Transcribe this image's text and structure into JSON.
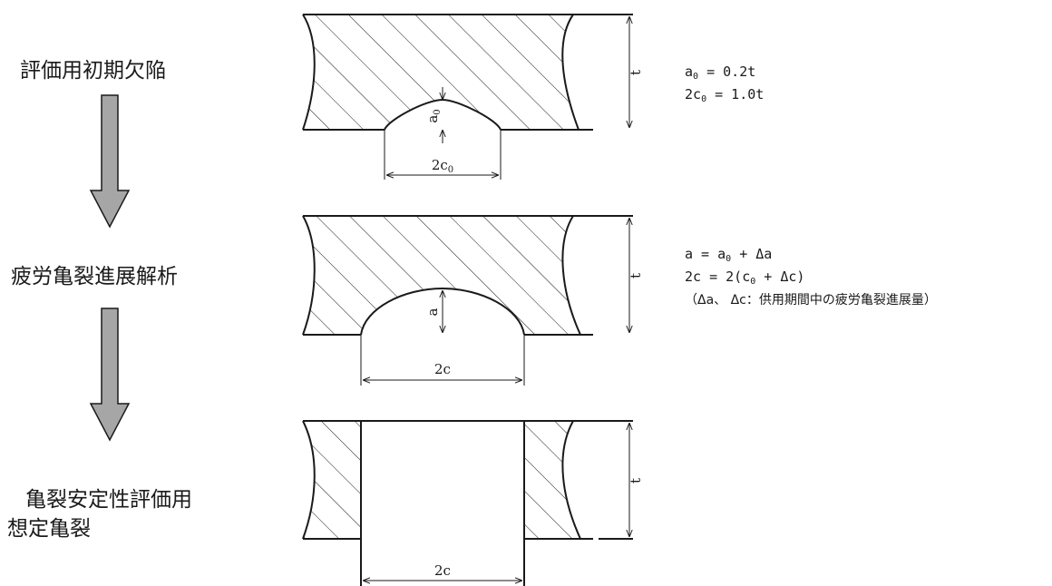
{
  "steps": [
    {
      "label": "評価用初期欠陥"
    },
    {
      "label": "疲労亀裂進展解析"
    },
    {
      "label_line1": "亀裂安定性評価用",
      "label_line2": "想定亀裂"
    }
  ],
  "dims": {
    "t": "t",
    "a": "a",
    "c2": "2c",
    "a0_main": "a",
    "a0_sub": "0",
    "c20_main": "2c",
    "c20_sub": "0"
  },
  "equations": {
    "init_line1": {
      "a": "a",
      "b": "0",
      "c": " = 0.2t"
    },
    "init_line2": {
      "a": "2c",
      "b": "0",
      "c": " = 1.0t"
    },
    "fat_line1": {
      "a": "a = a",
      "b": "0",
      "c": " + Δa"
    },
    "fat_line2": {
      "a": "2c = 2(c",
      "b": "0",
      "c": " + Δc)"
    },
    "fat_note": "（Δa、 Δc：供用期間中の疲労亀裂進展量）"
  }
}
